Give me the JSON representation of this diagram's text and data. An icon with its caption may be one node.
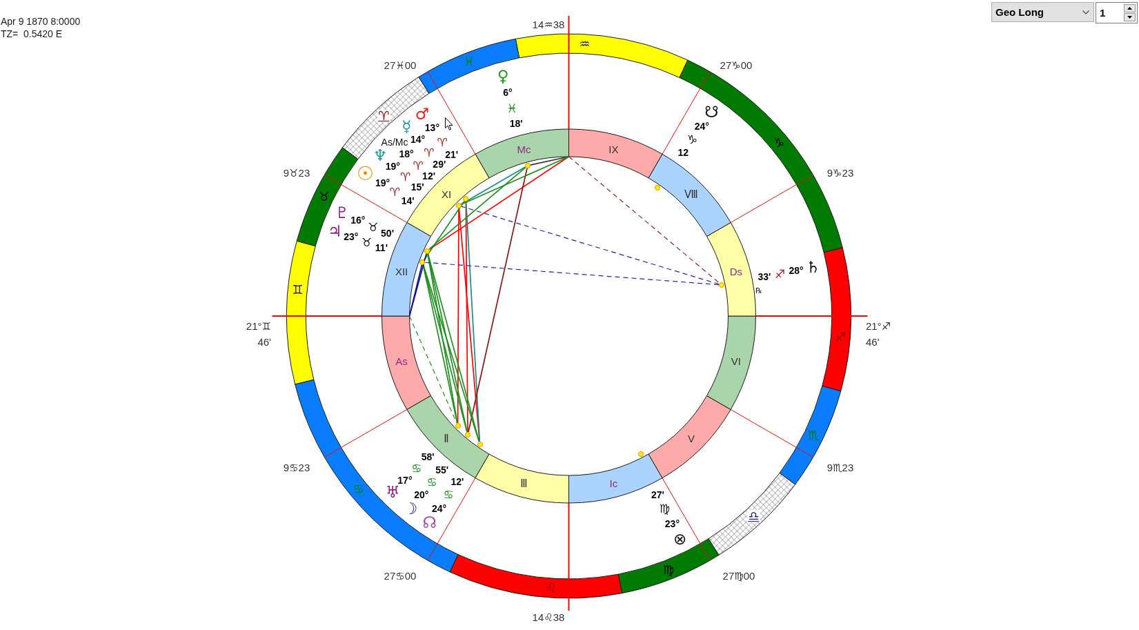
{
  "diagram": {
    "nodes": [
      {
        "text": [
          "♈"
        ]
      },
      {
        "text": [
          "♉"
        ]
      },
      {
        "text": [
          "♊"
        ]
      },
      {
        "text": [
          "♋"
        ]
      },
      {
        "text": [
          "♌"
        ]
      },
      {
        "text": [
          "♍"
        ]
      },
      {
        "text": [
          "♎"
        ]
      },
      {
        "text": [
          "♏"
        ]
      },
      {
        "text": [
          "♐"
        ]
      },
      {
        "text": [
          "♑"
        ]
      },
      {
        "text": [
          "♒"
        ]
      },
      {
        "text": [
          "♓"
        ]
      },
      {
        "text": [
          "As"
        ]
      },
      {
        "text": [
          "Ⅱ"
        ]
      },
      {
        "text": [
          "Ⅲ"
        ]
      },
      {
        "text": [
          "Ic"
        ]
      },
      {
        "text": [
          "V"
        ]
      },
      {
        "text": [
          "VI"
        ]
      },
      {
        "text": [
          "Ds"
        ]
      },
      {
        "text": [
          "Ⅷ"
        ]
      },
      {
        "text": [
          "IX"
        ]
      },
      {
        "text": [
          "Mc"
        ]
      },
      {
        "text": [
          "XI"
        ]
      },
      {
        "text": [
          "XII"
        ]
      },
      {
        "text": [],
        "shape": "circle"
      },
      {
        "text": [],
        "shape": "circle"
      },
      {
        "text": [],
        "shape": "circle"
      },
      {
        "text": [],
        "shape": "circle"
      },
      {
        "text": [],
        "shape": "circle"
      },
      {
        "text": [],
        "shape": "circle"
      },
      {
        "text": [],
        "shape": "circle"
      },
      {
        "text": [],
        "shape": "circle"
      },
      {
        "text": [],
        "shape": "circle"
      },
      {
        "text": [],
        "shape": "circle"
      },
      {
        "text": [],
        "shape": "circle"
      }
    ],
    "edges": [
      {
        "from": 27,
        "to": 21,
        "arrow": "none",
        "color": "#ff0000"
      },
      {
        "from": 25,
        "to": 30,
        "arrow": "none",
        "color": "#ff0000"
      },
      {
        "from": 26,
        "to": 29,
        "arrow": "none",
        "color": "#ff0000"
      },
      {
        "from": 26,
        "to": 31,
        "arrow": "none",
        "color": "#ff0000"
      },
      {
        "from": 25,
        "to": 31,
        "arrow": "none",
        "color": "#1a8a8a"
      },
      {
        "from": 24,
        "to": 26,
        "arrow": "none",
        "color": "#1a8a8a"
      },
      {
        "from": 24,
        "to": 30,
        "arrow": "none",
        "color": "#8b1414"
      },
      {
        "from": 27,
        "to": 29,
        "arrow": "none"
      },
      {
        "from": 27,
        "to": 30,
        "arrow": "none"
      },
      {
        "from": 27,
        "to": 31,
        "arrow": "none"
      },
      {
        "from": 28,
        "to": 29,
        "arrow": "none"
      },
      {
        "from": 28,
        "to": 30,
        "arrow": "none"
      },
      {
        "from": 28,
        "to": 31,
        "arrow": "none"
      },
      {
        "from": 28,
        "to": 25,
        "arrow": "none"
      },
      {
        "from": 12,
        "to": 27,
        "arrow": "none",
        "color": "#14148a"
      },
      {
        "from": 12,
        "to": 28,
        "arrow": "none",
        "color": "#14148a"
      },
      {
        "from": 34,
        "to": 26,
        "arrow": "none",
        "style": "dashed",
        "color": "#2424a8"
      },
      {
        "from": 34,
        "to": 28,
        "arrow": "none",
        "style": "dashed",
        "color": "#2424a8"
      },
      {
        "from": 21,
        "to": 34,
        "arrow": "none",
        "style": "dashed",
        "color": "#8b2a2a"
      },
      {
        "from": 12,
        "to": 29,
        "arrow": "none",
        "style": "dashed"
      },
      {
        "from": 24,
        "to": 21,
        "arrow": "none",
        "color": "#333333"
      },
      {
        "from": 24,
        "to": 27,
        "arrow": "none"
      },
      {
        "from": 26,
        "to": 21,
        "arrow": "none"
      }
    ],
    "labels": [
      "Apr 9 1870 8:0000",
      "TZ=  0.5420 E",
      "Geo Long",
      "1",
      "14♒38",
      "27♓00",
      "27♑00",
      "9♉23",
      "9♑23",
      "21°♊ 46'",
      "21°♐ 46'",
      "9♋23",
      "9♏23",
      "27♋00",
      "27♍00",
      "14♌38",
      "♀",
      "6°",
      "♓",
      "18'",
      "As/Mc",
      "☿",
      "♂",
      "13°",
      "14°",
      "18°",
      "♆",
      "♈",
      "♈",
      "♈",
      "21'",
      "29'",
      "12'",
      "☉",
      "19°",
      "19°",
      "♈",
      "15'",
      "♈",
      "14'",
      "☋",
      "24°",
      "♑",
      "12",
      "♇",
      "16°",
      "♉",
      "50'",
      "♃",
      "23°",
      "♉",
      "11'",
      "℞",
      "33'",
      "♐",
      "28°",
      "♄",
      "58'",
      "55'",
      "12'",
      "♋",
      "♋",
      "♋",
      "♅",
      "17°",
      "20°",
      "☽",
      "24°",
      "☊",
      "27'",
      "♍",
      "23°",
      "⊗"
    ]
  }
}
